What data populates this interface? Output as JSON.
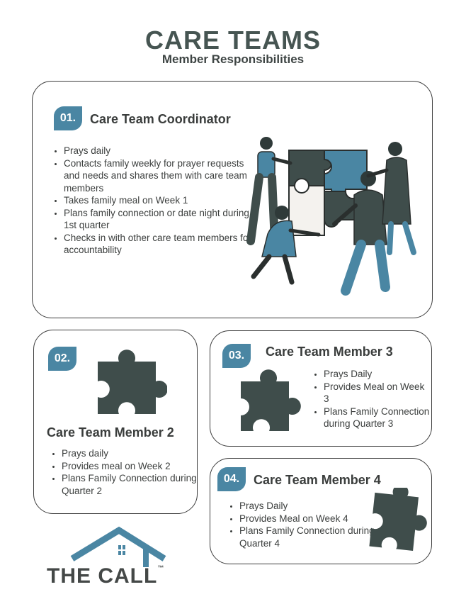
{
  "header": {
    "title": "CARE TEAMS",
    "subtitle": "Member Responsibilities"
  },
  "cards": [
    {
      "number": "01.",
      "title": "Care Team Coordinator",
      "items": [
        "Prays daily",
        "Contacts family weekly for prayer requests and needs and shares them with care team members",
        "Takes family meal on Week 1",
        "Plans family connection or date night during 1st quarter",
        "Checks in with other care team members for accountability"
      ]
    },
    {
      "number": "02.",
      "title": "Care Team Member 2",
      "items": [
        "Prays daily",
        "Provides meal on Week 2",
        "Plans Family Connection during Quarter 2"
      ]
    },
    {
      "number": "03.",
      "title": "Care Team Member 3",
      "items": [
        "Prays Daily",
        "Provides Meal on Week 3",
        "Plans Family Connection during Quarter 3"
      ]
    },
    {
      "number": "04.",
      "title": "Care Team Member 4",
      "items": [
        "Prays Daily",
        "Provides Meal on Week 4",
        "Plans Family Connection during Quarter 4"
      ]
    }
  ],
  "logo": {
    "text": "THE CALL",
    "mark": "™"
  },
  "colors": {
    "accent": "#4a86a3",
    "heading": "#465552",
    "puzzle": "#3f4d4b"
  },
  "icons": [
    "puzzle-icon",
    "people-puzzle-illustration",
    "house-logo-icon"
  ]
}
